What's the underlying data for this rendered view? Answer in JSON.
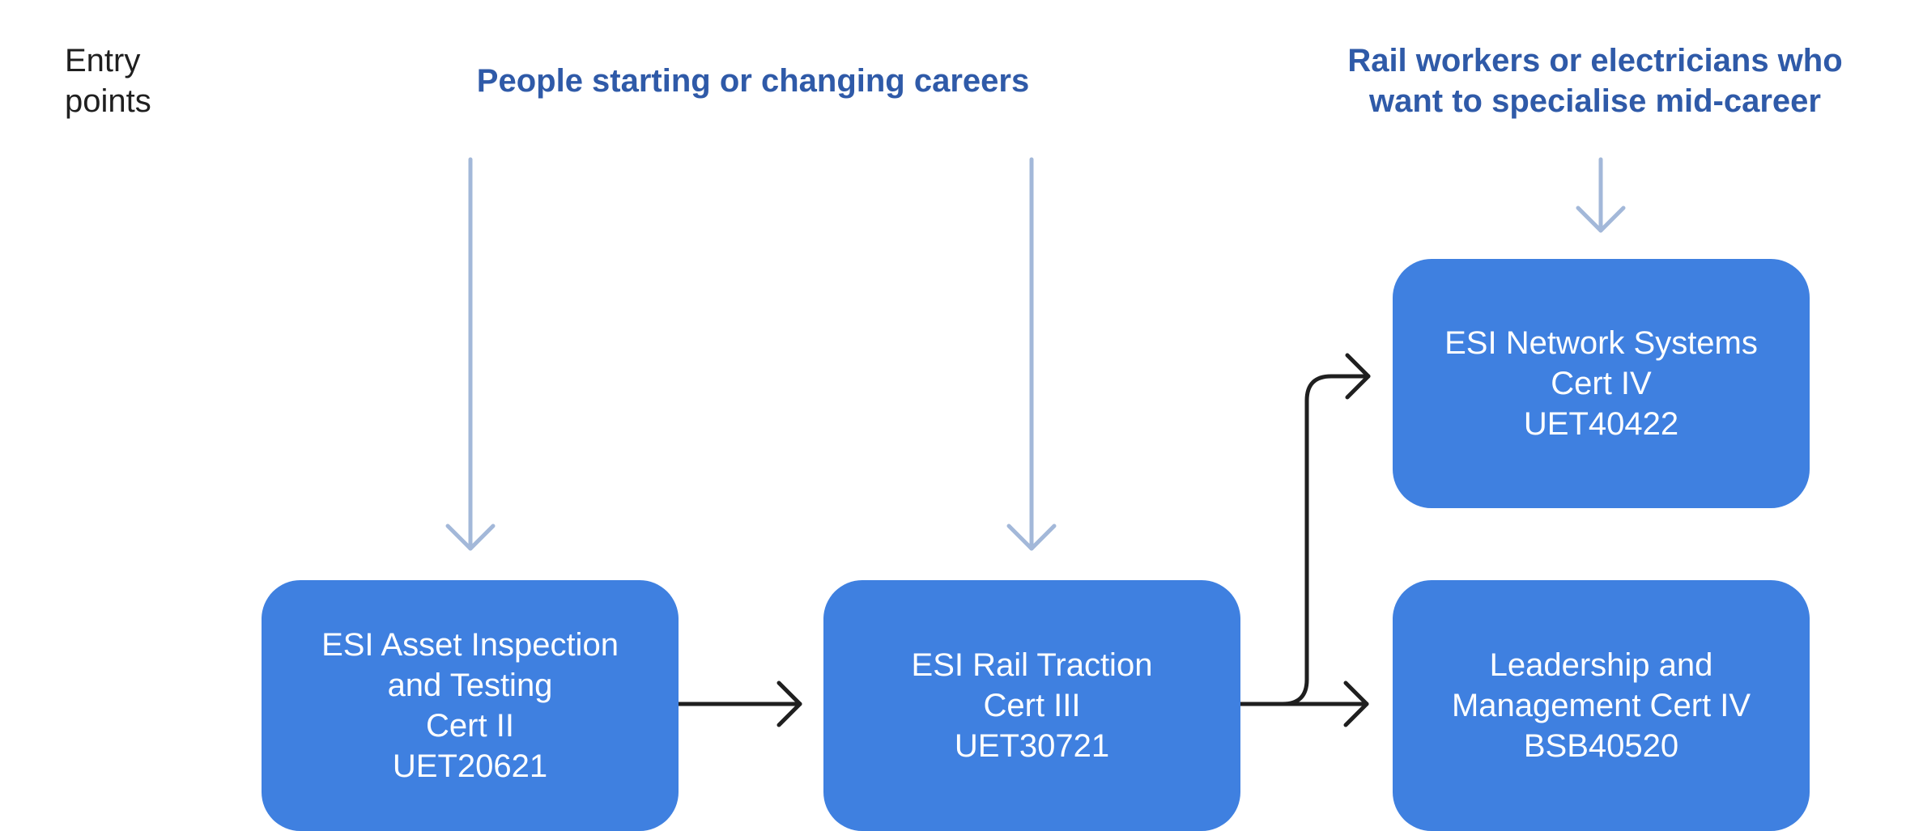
{
  "entry_points_label": [
    "Entry",
    "points"
  ],
  "audiences": {
    "career_starters": [
      "People starting or changing careers"
    ],
    "mid_career": [
      "Rail workers or electricians who",
      "want to specialise mid-career"
    ]
  },
  "courses": [
    {
      "id": "asset-inspection",
      "lines": [
        "ESI Asset Inspection",
        "and Testing",
        "Cert II",
        "UET20621"
      ]
    },
    {
      "id": "rail-traction",
      "lines": [
        "ESI Rail Traction",
        "Cert III",
        "UET30721"
      ]
    },
    {
      "id": "network-systems",
      "lines": [
        "ESI Network Systems",
        "Cert IV",
        "UET40422"
      ]
    },
    {
      "id": "leadership",
      "lines": [
        "Leadership and",
        "Management Cert IV",
        "BSB40520"
      ]
    }
  ],
  "pathways": [
    {
      "from": "asset-inspection",
      "to": "rail-traction"
    },
    {
      "from": "rail-traction",
      "to": "network-systems"
    },
    {
      "from": "rail-traction",
      "to": "leadership"
    }
  ],
  "entries": [
    {
      "from": "career_starters",
      "to": "asset-inspection"
    },
    {
      "from": "career_starters",
      "to": "rail-traction"
    },
    {
      "from": "mid_career",
      "to": "network-systems"
    }
  ],
  "colors": {
    "card_fill": "#3f80e0",
    "card_text": "#ffffff",
    "audience_text": "#2f5aa8",
    "entry_arrow": "#a3b8d9",
    "pathway_arrow": "#1f1f1f",
    "label_text": "#1f1f1f"
  }
}
